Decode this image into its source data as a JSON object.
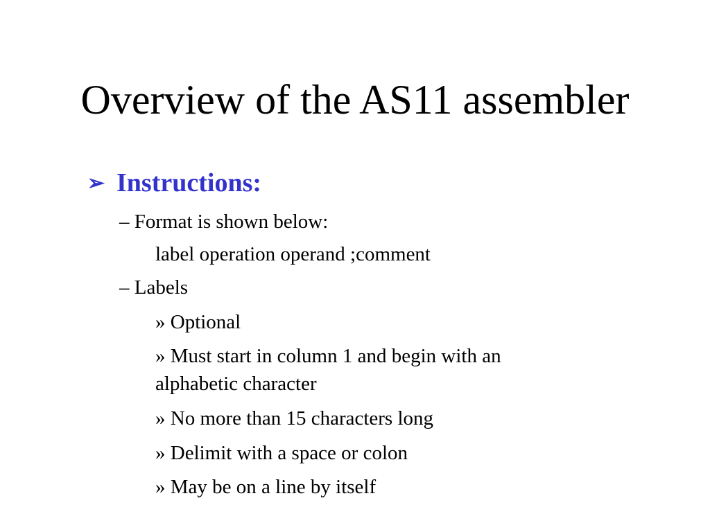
{
  "slide": {
    "title": "Overview of the AS11 assembler",
    "heading_bullet": "➢",
    "heading": "Instructions:",
    "dash": "–",
    "format_label": "Format is shown below:",
    "format_example": "label operation operand ;comment",
    "labels_label": "Labels",
    "sub_bullet": "»",
    "label_points": [
      "Optional",
      "Must start in column 1 and begin with an alphabetic character",
      "No more than 15 characters long",
      "Delimit with a space or colon",
      "May be on a line by itself"
    ],
    "colors": {
      "heading": "#3333cc",
      "text": "#000000",
      "background": "#ffffff"
    }
  }
}
